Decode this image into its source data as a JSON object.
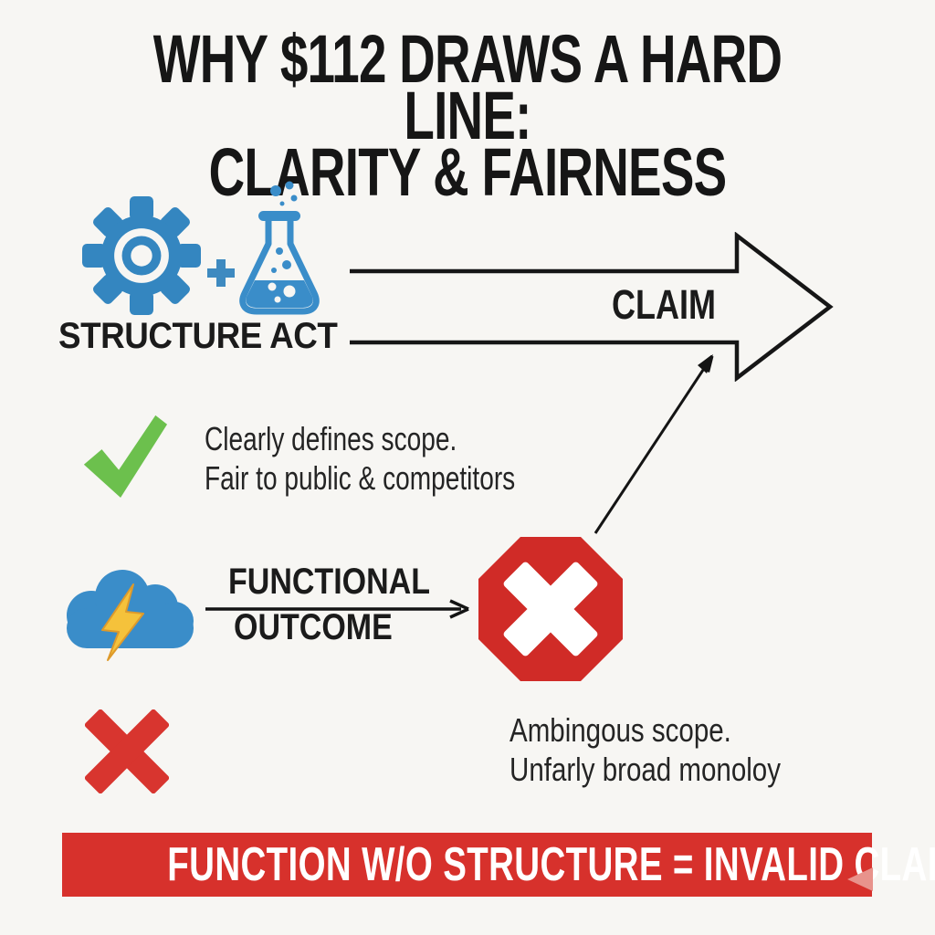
{
  "title": {
    "line1": "WHY $112 DRAWS A HARD LINE:",
    "line2": "CLARITY & FAIRNESS"
  },
  "structure_path": {
    "plus_sign": "+",
    "label": "STRUCTURE ACT",
    "claim_label": "CLAIM",
    "benefits": {
      "line1": "Clearly defines scope.",
      "line2": "Fair to public & competitors"
    }
  },
  "functional_path": {
    "label_line1": "FUNCTIONAL",
    "label_line2": "OUTCOME",
    "drawbacks": {
      "line1": "Ambingous scope.",
      "line2": "Unfarly broad monoloy"
    }
  },
  "banner": {
    "text": "FUNCTION W/O STRUCTURE = INVALID CLAIM"
  },
  "icons": {
    "gear": "gear-icon",
    "plus": "plus-icon",
    "flask": "flask-icon",
    "claim_arrow": "claim-arrow-shape",
    "checkmark": "checkmark-icon",
    "diagonal_arrow": "diagonal-arrow",
    "cloud_lightning": "cloud-lightning-icon",
    "horizontal_arrow": "horizontal-arrow",
    "stop_octagon": "stop-octagon-x-icon",
    "red_cross": "red-cross-icon",
    "banner_fold": "banner-fold"
  },
  "colors": {
    "background": "#f7f6f3",
    "text_black": "#1a1a1a",
    "icon_blue": "#3486c0",
    "cloud_blue": "#3a8dc9",
    "check_green": "#6cc04d",
    "octagon_red": "#d02b27",
    "cross_red": "#d8352f",
    "banner_red": "#d7312c",
    "bolt_yellow": "#f5c23b",
    "white": "#ffffff"
  }
}
